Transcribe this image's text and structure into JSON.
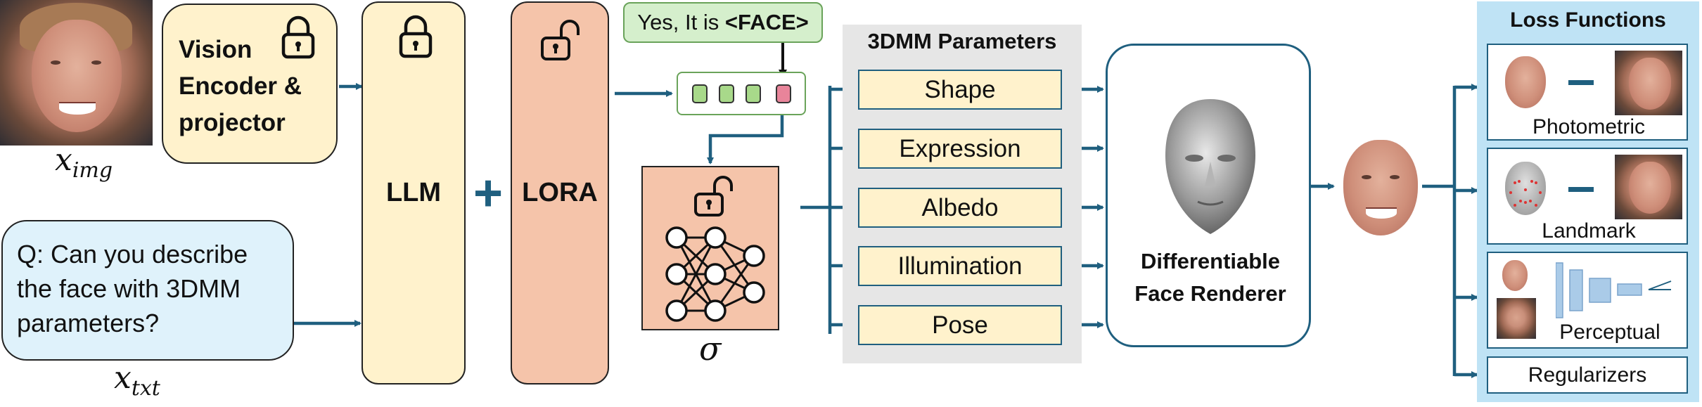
{
  "input_image_label": "x",
  "input_image_sub": "img",
  "vision_encoder": {
    "line1": "Vision",
    "line2": "Encoder &",
    "line3": "projector"
  },
  "question": "Q: Can you describe the face with 3DMM parameters?",
  "input_text_label": "x",
  "input_text_sub": "txt",
  "llm_label": "LLM",
  "plus_sign": "+",
  "lora_label": "LORA",
  "answer_prefix": "Yes, It is ",
  "answer_token": "<FACE>",
  "mlp_label": "σ",
  "params_title": "3DMM Parameters",
  "params": [
    "Shape",
    "Expression",
    "Albedo",
    "Illumination",
    "Pose"
  ],
  "renderer": {
    "line1": "Differentiable",
    "line2": "Face Renderer"
  },
  "loss_title": "Loss Functions",
  "losses": [
    "Photometric",
    "Landmark",
    "Perceptual",
    "Regularizers"
  ],
  "colors": {
    "arrow": "#1f5f7f",
    "yellow": "#fff2cc",
    "salmon": "#f5c4aa",
    "question_bg": "#dff2fb",
    "answer_bg": "#d5efcc",
    "params_panel": "#e6e6e6",
    "loss_panel": "#bfe3f5",
    "token_green": "#a8d98a",
    "token_pink": "#e8849a"
  },
  "icons": [
    "lock-icon",
    "unlock-icon",
    "neural-network-icon",
    "face-mesh-icon"
  ]
}
